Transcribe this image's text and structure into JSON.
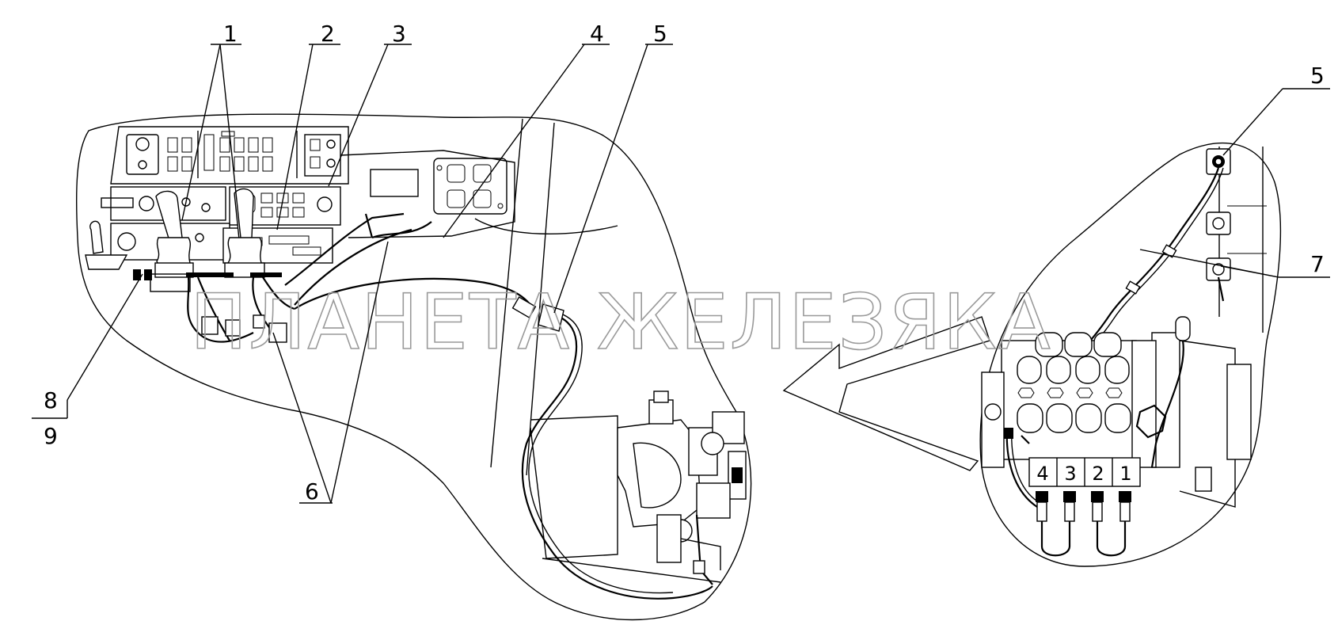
{
  "callouts": {
    "c1": "1",
    "c2": "2",
    "c3": "3",
    "c4": "4",
    "c5a": "5",
    "c5b": "5",
    "c6": "6",
    "c7": "7",
    "c8": "8",
    "c9": "9"
  },
  "watermark": "ПЛАНЕТА ЖЕЛЕЗЯКА",
  "valve_numbers": {
    "n4": "4",
    "n3": "3",
    "n2": "2",
    "n1": "1"
  },
  "colors": {
    "ink": "#000000",
    "watermark": "#9a9a9a",
    "paper": "#ffffff"
  }
}
